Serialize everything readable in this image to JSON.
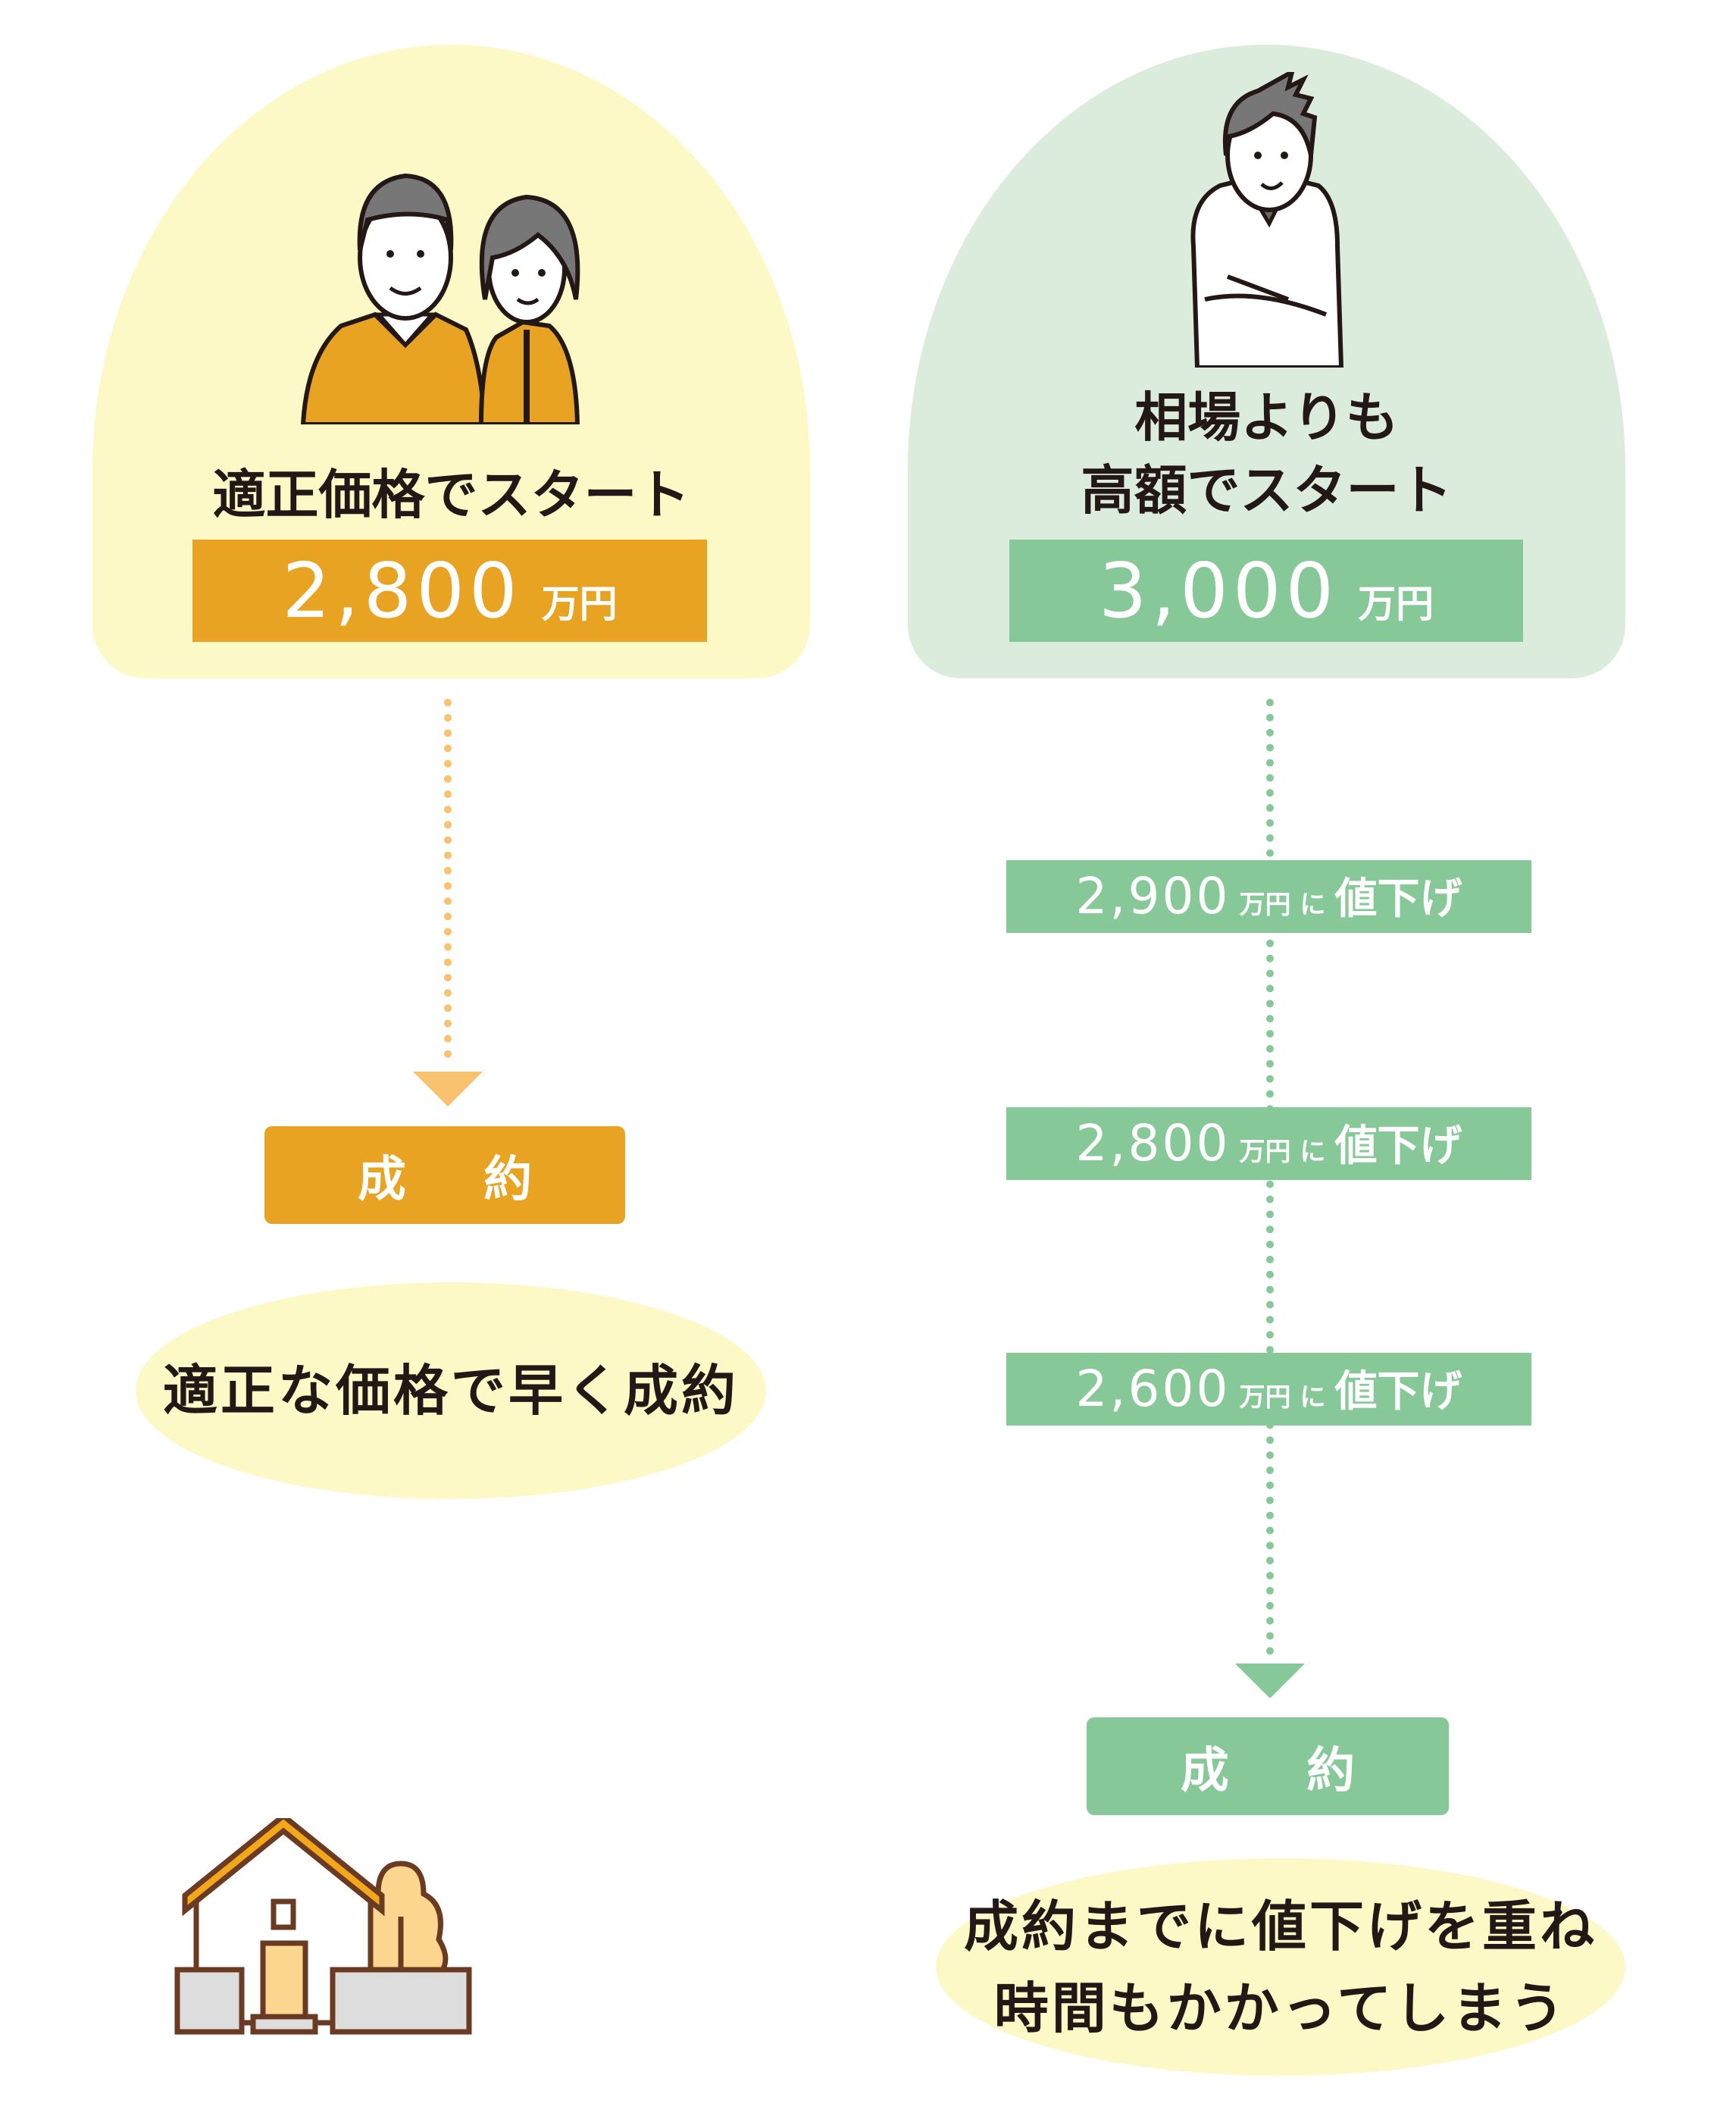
{
  "colors": {
    "orange": "#e8a323",
    "yellow_bg": "#fdf9c6",
    "green": "#87c898",
    "green_bg": "#dcecdc",
    "arrow_orange": "#f8c26f"
  },
  "left": {
    "illustration": "elderly-couple-icon",
    "title": "適正価格でスタート",
    "price_value": "2,800",
    "price_unit": "万円",
    "deal_label": "成 約",
    "result": "適正な価格で早く成約",
    "bottom_illustration": "house-icon"
  },
  "right": {
    "illustration": "man-arms-crossed-icon",
    "title_lines": [
      "相場よりも",
      "高額でスタート"
    ],
    "price_value": "3,000",
    "price_unit": "万円",
    "reductions": [
      {
        "value": "2,900",
        "unit": "万円",
        "suffix_ni": "に",
        "suffix": "値下げ"
      },
      {
        "value": "2,800",
        "unit": "万円",
        "suffix_ni": "に",
        "suffix": "値下げ"
      },
      {
        "value": "2,600",
        "unit": "万円",
        "suffix_ni": "に",
        "suffix": "値下げ"
      }
    ],
    "deal_label": "成 約",
    "result_lines": [
      "成約までに値下げを重ね",
      "時間もかかってしまう"
    ]
  }
}
